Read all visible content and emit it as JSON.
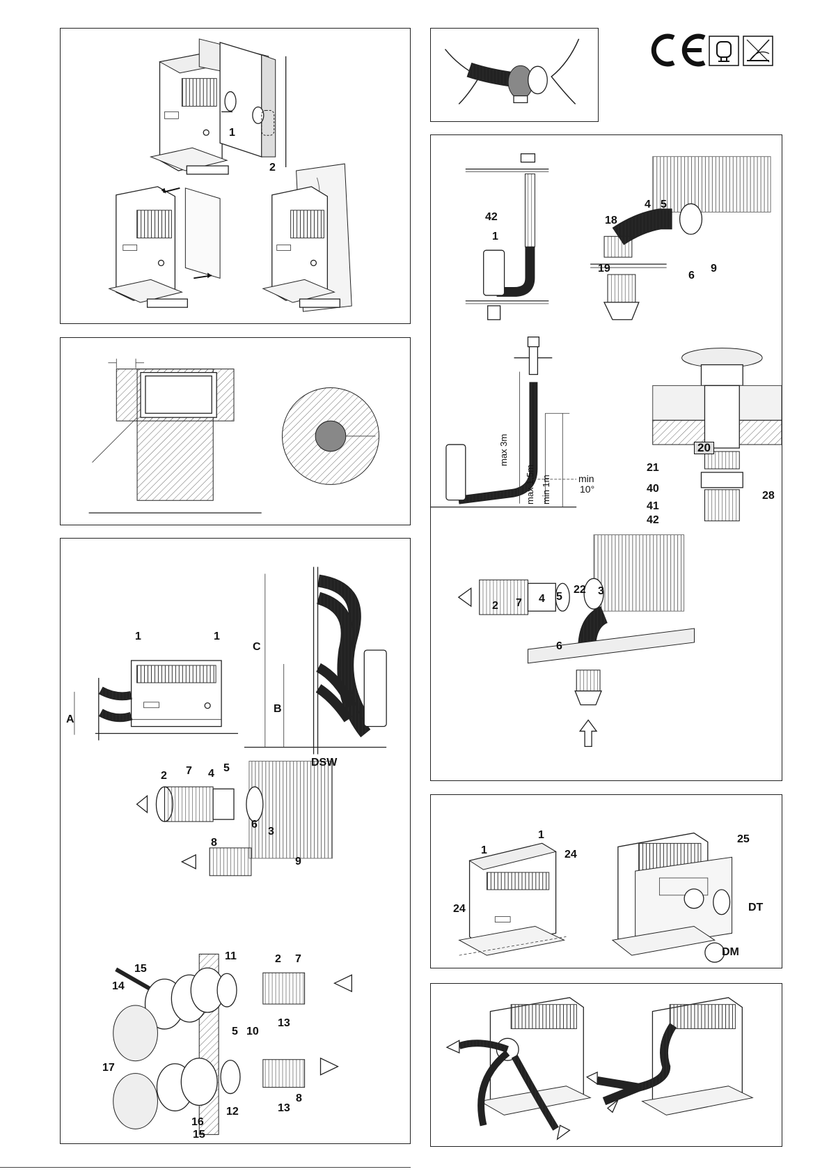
{
  "certification": {
    "ce_mark": "CE",
    "symbols": [
      "approval-symbol-icon",
      "distance-symbol-icon"
    ]
  },
  "panel1": {
    "labels": [
      "1",
      "2"
    ]
  },
  "panel3": {
    "top_labels": [
      "1",
      "1",
      "A",
      "B",
      "C",
      "DSW"
    ],
    "mid_labels": [
      "2",
      "7",
      "4",
      "5",
      "6",
      "3",
      "8",
      "9"
    ],
    "bottom_labels": [
      "15",
      "14",
      "11",
      "2",
      "7",
      "13",
      "5",
      "10",
      "17",
      "16",
      "12",
      "13",
      "8",
      "15"
    ]
  },
  "panel5": {
    "chimney_labels": [
      "42",
      "1"
    ],
    "elbow_labels": [
      "4",
      "5",
      "18",
      "19",
      "6",
      "9"
    ],
    "install_labels": [
      "max 3m",
      "max 1,5m",
      "min 1m",
      "min",
      "10°"
    ],
    "roof_labels": [
      "20",
      "21",
      "40",
      "28",
      "41",
      "42"
    ],
    "pipe_labels": [
      "2",
      "7",
      "4",
      "5",
      "22",
      "3",
      "6"
    ]
  },
  "panel6": {
    "labels": [
      "1",
      "1",
      "24",
      "24",
      "25",
      "DT",
      "DM"
    ]
  }
}
